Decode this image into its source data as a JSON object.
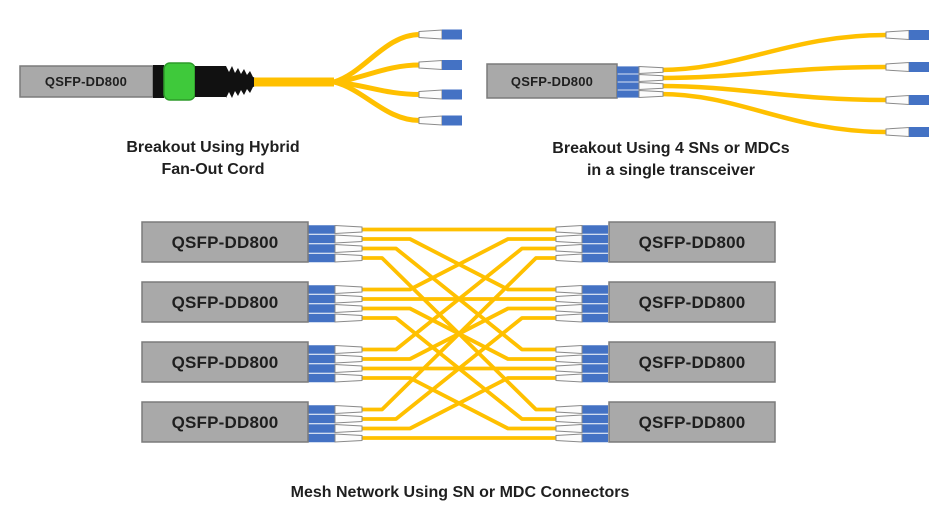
{
  "labels": {
    "module": "QSFP-DD800"
  },
  "captions": {
    "hybrid_line1": "Breakout Using Hybrid",
    "hybrid_line2": "Fan-Out Cord",
    "sn_line1": "Breakout Using 4 SNs or MDCs",
    "sn_line2": "in a single transceiver",
    "mesh": "Mesh Network Using SN or MDC Connectors"
  },
  "colors": {
    "module_fill": "#A9A9A9",
    "module_stroke": "#7B7B7B",
    "fiber_yellow": "#FFC000",
    "connector_blue": "#4472C4",
    "mpo_green": "#3FC93B",
    "mpo_green_stroke": "#2E9B2B",
    "boot_black": "#111111",
    "ferrule_fill": "#FCFCFC",
    "ferrule_stroke": "#8A8A8A",
    "text": "#1F1F1F"
  },
  "units": {
    "hybrid_fanout": {
      "module_label": "QSFP-DD800",
      "fiber_count": 4
    },
    "sn_breakout": {
      "module_label": "QSFP-DD800",
      "fiber_count": 4
    }
  },
  "mesh": {
    "fibers_per_module": 4,
    "left_modules": [
      {
        "label": "QSFP-DD800"
      },
      {
        "label": "QSFP-DD800"
      },
      {
        "label": "QSFP-DD800"
      },
      {
        "label": "QSFP-DD800"
      }
    ],
    "right_modules": [
      {
        "label": "QSFP-DD800"
      },
      {
        "label": "QSFP-DD800"
      },
      {
        "label": "QSFP-DD800"
      },
      {
        "label": "QSFP-DD800"
      }
    ],
    "connections": [
      {
        "l": [
          1,
          1
        ],
        "r": [
          1,
          1
        ]
      },
      {
        "l": [
          1,
          2
        ],
        "r": [
          2,
          1
        ]
      },
      {
        "l": [
          1,
          3
        ],
        "r": [
          3,
          1
        ]
      },
      {
        "l": [
          1,
          4
        ],
        "r": [
          4,
          1
        ]
      },
      {
        "l": [
          2,
          1
        ],
        "r": [
          1,
          2
        ]
      },
      {
        "l": [
          2,
          2
        ],
        "r": [
          2,
          2
        ]
      },
      {
        "l": [
          2,
          3
        ],
        "r": [
          3,
          2
        ]
      },
      {
        "l": [
          2,
          4
        ],
        "r": [
          4,
          2
        ]
      },
      {
        "l": [
          3,
          1
        ],
        "r": [
          1,
          3
        ]
      },
      {
        "l": [
          3,
          2
        ],
        "r": [
          2,
          3
        ]
      },
      {
        "l": [
          3,
          3
        ],
        "r": [
          3,
          3
        ]
      },
      {
        "l": [
          3,
          4
        ],
        "r": [
          4,
          3
        ]
      },
      {
        "l": [
          4,
          1
        ],
        "r": [
          1,
          4
        ]
      },
      {
        "l": [
          4,
          2
        ],
        "r": [
          2,
          4
        ]
      },
      {
        "l": [
          4,
          3
        ],
        "r": [
          3,
          4
        ]
      },
      {
        "l": [
          4,
          4
        ],
        "r": [
          4,
          4
        ]
      }
    ]
  }
}
